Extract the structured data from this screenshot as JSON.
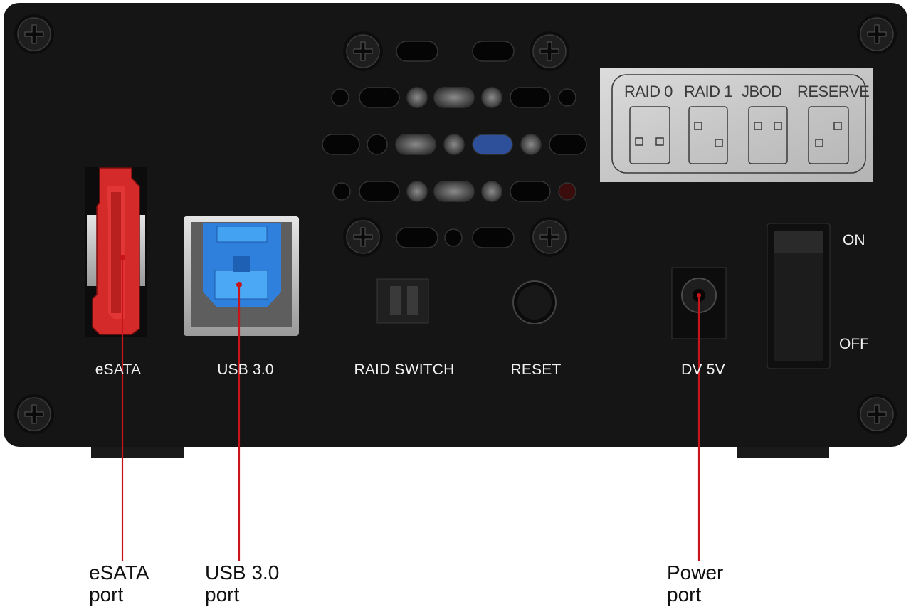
{
  "panel_labels": {
    "esata": "eSATA",
    "usb": "USB 3.0",
    "raid_switch": "RAID SWITCH",
    "reset": "RESET",
    "power": "DV 5V",
    "switch_on": "ON",
    "switch_off": "OFF"
  },
  "raid_sticker": {
    "modes": [
      "RAID 0",
      "RAID 1",
      "JBOD",
      "RESERVE"
    ]
  },
  "callouts": {
    "esata": {
      "line1": "eSATA",
      "line2": "port"
    },
    "usb": {
      "line1": "USB 3.0",
      "line2": "port"
    },
    "power": {
      "line1": "Power",
      "line2": "port"
    }
  },
  "colors": {
    "enclosure": "#151515",
    "esata_port": "#d42a2a",
    "usb_port": "#2f7fdc",
    "callout_line": "#c8141b"
  }
}
